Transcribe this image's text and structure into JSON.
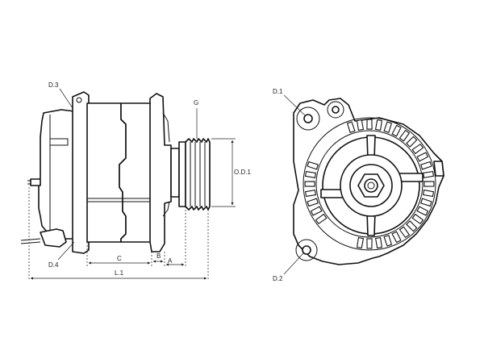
{
  "labels": {
    "d3": "D.3",
    "d4": "D.4",
    "g": "G",
    "od1": "O.D.1",
    "c": "C",
    "b": "B",
    "a": "A",
    "l1": "L.1",
    "d1": "D.1",
    "d2": "D.2"
  }
}
